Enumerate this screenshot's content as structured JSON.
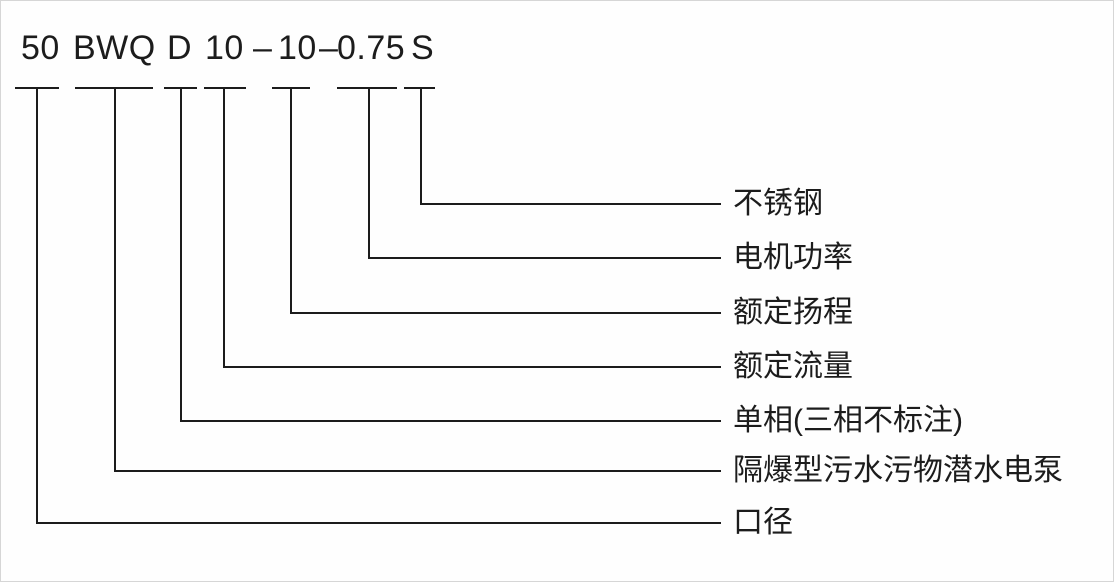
{
  "model": {
    "segments": [
      "50",
      "BWQ",
      "D",
      "10",
      "–",
      "10",
      "–",
      "0.75",
      "S"
    ]
  },
  "callouts": [
    {
      "code": "S",
      "label": "不锈钢"
    },
    {
      "code": "0.75",
      "label": "电机功率"
    },
    {
      "code": "10",
      "label": "额定扬程"
    },
    {
      "code": "10",
      "label": "额定流量"
    },
    {
      "code": "D",
      "label": "单相(三相不标注)"
    },
    {
      "code": "BWQ",
      "label": "隔爆型污水污物潜水电泵"
    },
    {
      "code": "50",
      "label": "口径"
    }
  ],
  "colors": {
    "line": "#1c1c1c",
    "background": "#fefefe"
  }
}
